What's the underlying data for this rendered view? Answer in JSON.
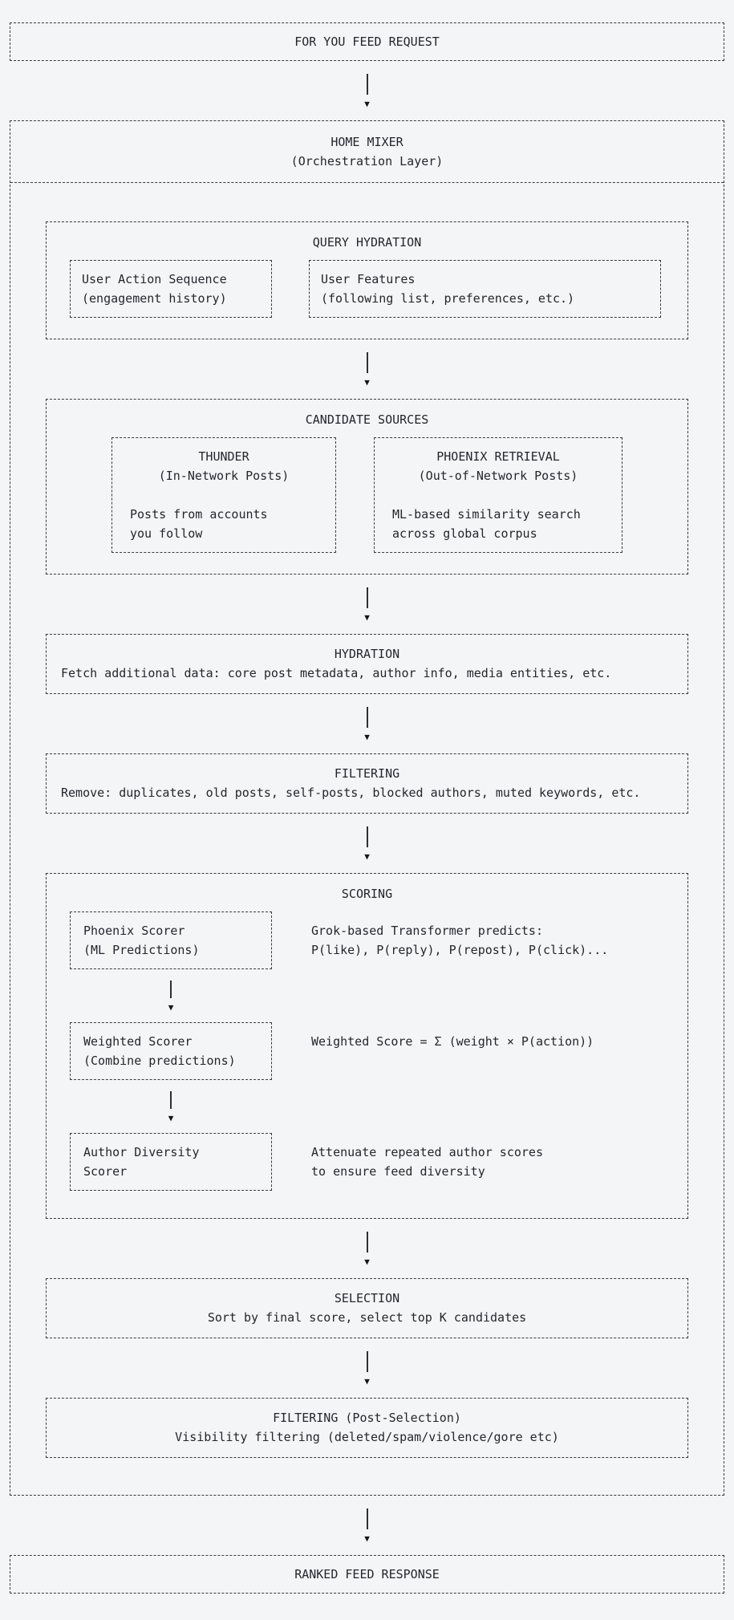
{
  "colors": {
    "background": "#f4f5f7",
    "border": "#363c44",
    "text": "#22272e"
  },
  "icons": {
    "arrow_down": "▼"
  },
  "nodes": {
    "feed_request": {
      "title": "FOR YOU FEED REQUEST"
    },
    "home_mixer": {
      "title": "HOME MIXER",
      "subtitle": "(Orchestration Layer)"
    },
    "query_hydration": {
      "title": "QUERY HYDRATION",
      "children": [
        {
          "lines": [
            "User Action Sequence",
            "(engagement history)"
          ]
        },
        {
          "lines": [
            "User Features",
            "(following list, preferences, etc.)"
          ]
        }
      ]
    },
    "candidate_sources": {
      "title": "CANDIDATE SOURCES",
      "children": [
        {
          "heading": [
            "THUNDER",
            "(In-Network Posts)"
          ],
          "body": [
            "Posts from accounts",
            "you follow"
          ]
        },
        {
          "heading": [
            "PHOENIX RETRIEVAL",
            "(Out-of-Network Posts)"
          ],
          "body": [
            "ML-based similarity search",
            "across global corpus"
          ]
        }
      ]
    },
    "hydration": {
      "title": "HYDRATION",
      "description": "Fetch additional data: core post metadata, author info, media entities, etc."
    },
    "filtering": {
      "title": "FILTERING",
      "description": "Remove: duplicates, old posts, self-posts, blocked authors, muted keywords, etc."
    },
    "scoring": {
      "title": "SCORING",
      "steps": [
        {
          "box": [
            "Phoenix Scorer",
            "(ML Predictions)"
          ],
          "note": [
            "Grok-based Transformer predicts:",
            "P(like), P(reply), P(repost), P(click)..."
          ]
        },
        {
          "box": [
            "Weighted Scorer",
            "(Combine predictions)"
          ],
          "note": [
            "Weighted Score = Σ (weight × P(action))",
            ""
          ]
        },
        {
          "box": [
            "Author Diversity",
            "Scorer"
          ],
          "note": [
            "Attenuate repeated author scores",
            "to ensure feed diversity"
          ]
        }
      ]
    },
    "selection": {
      "title": "SELECTION",
      "description": "Sort by final score, select top K candidates"
    },
    "post_filtering": {
      "title": "FILTERING (Post-Selection)",
      "description": "Visibility filtering (deleted/spam/violence/gore etc)"
    },
    "ranked_response": {
      "title": "RANKED FEED RESPONSE"
    }
  }
}
